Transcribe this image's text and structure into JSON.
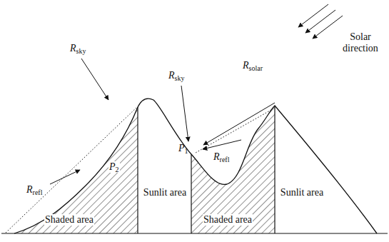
{
  "diagram": {
    "labels": [
      "Solar direction",
      "Rsolar",
      "Rsky",
      "Rsky",
      "Rrefl",
      "Rrefl",
      "P2",
      "P1",
      "Shaded area",
      "Sunlit area",
      "Shaded area",
      "Sunlit area"
    ]
  }
}
